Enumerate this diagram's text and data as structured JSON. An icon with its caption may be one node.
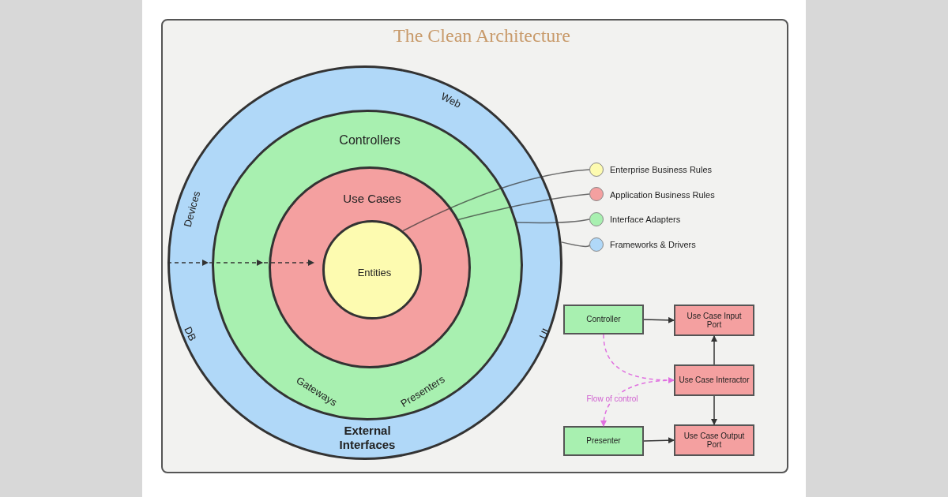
{
  "diagram": {
    "title": "The Clean Architecture",
    "nodes": [
      {
        "text": [
          "Devices",
          "Web",
          "UI",
          "DB",
          "External Interfaces"
        ]
      },
      {
        "text": [
          "Controllers",
          "Gateways",
          "Presenters"
        ],
        "in": 0
      },
      {
        "text": [
          "Use Cases"
        ],
        "in": 1
      },
      {
        "text": [
          "Entities"
        ],
        "in": 2
      },
      {
        "text": [
          "Controller"
        ]
      },
      {
        "text": [
          "Use Case Input Port"
        ]
      },
      {
        "text": [
          "Use Case Interactor"
        ]
      },
      {
        "text": [
          "Use Case Output Port"
        ]
      },
      {
        "text": [
          "Presenter"
        ]
      },
      {
        "text": [],
        "shape": "circle"
      },
      {
        "text": [],
        "shape": "circle"
      },
      {
        "text": [],
        "shape": "circle"
      },
      {
        "text": [],
        "shape": "circle"
      }
    ],
    "edges": [
      {
        "from": 0,
        "to": 1,
        "arrow": "to",
        "style": "dashed"
      },
      {
        "from": 1,
        "to": 2,
        "arrow": "to",
        "style": "dashed"
      },
      {
        "from": 2,
        "to": 3,
        "arrow": "to",
        "style": "dashed"
      },
      {
        "from": 4,
        "to": 5,
        "arrow": "to"
      },
      {
        "from": 6,
        "to": 5,
        "arrow": "to"
      },
      {
        "from": 6,
        "to": 7,
        "arrow": "to"
      },
      {
        "from": 8,
        "to": 7,
        "arrow": "to"
      },
      {
        "from": 4,
        "to": 6,
        "arrow": "to",
        "style": "dashed",
        "color": "#e070e0"
      },
      {
        "from": 6,
        "to": 8,
        "arrow": "to",
        "style": "dashed",
        "color": "#e070e0",
        "label": "Flow of control"
      },
      {
        "from": 9,
        "to": 3,
        "arrow": "none"
      },
      {
        "from": 10,
        "to": 2,
        "arrow": "none"
      },
      {
        "from": 11,
        "to": 1,
        "arrow": "none"
      },
      {
        "from": 12,
        "to": 0,
        "arrow": "none"
      }
    ],
    "legend": [
      {
        "text": "Enterprise Business Rules",
        "color": "#fdfbb0"
      },
      {
        "text": "Application Business Rules",
        "color": "#f4a0a0"
      },
      {
        "text": "Interface Adapters",
        "color": "#a8f0b0"
      },
      {
        "text": "Frameworks & Drivers",
        "color": "#b0d8f8"
      }
    ]
  }
}
